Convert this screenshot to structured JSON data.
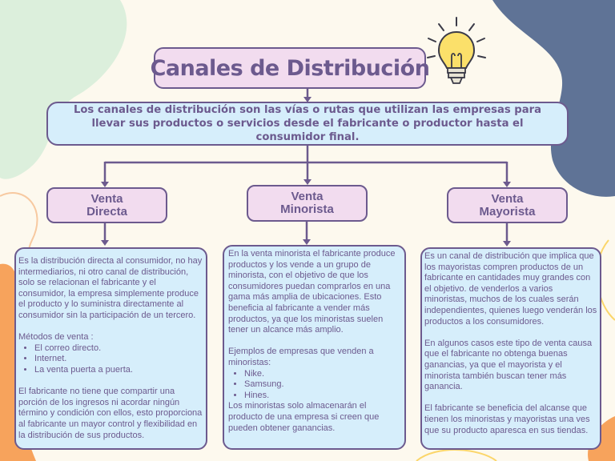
{
  "title": "Canales de Distribución",
  "definition": "Los canales de distribución son las vías o rutas que utilizan las empresas para llevar sus productos o servicios desde el fabricante o productor hasta el consumidor final.",
  "colors": {
    "accent": "#6c5a8e",
    "node_fill": "#f2dcef",
    "card_fill": "#d6eefb",
    "bulb": "#fbe06a",
    "background": "#fdf9ee",
    "blob_green": "#dcefdc",
    "blob_slate": "#5f7396",
    "blob_orange": "#f7a35c"
  },
  "icons": {
    "decoration": "lightbulb-icon"
  },
  "branches": [
    {
      "label_line1": "Venta",
      "label_line2": "Directa",
      "intro": "Es la distribución directa al consumidor, no hay intermediarios, ni otro canal de distribución, solo se relacionan el fabricante y el consumidor, la empresa simplemente produce el producto y lo suministra directamente al consumidor sin la participación de un tercero.",
      "list_heading": "Métodos de venta :",
      "list_items": [
        "El correo directo.",
        "Internet.",
        "La venta puerta a puerta."
      ],
      "closing": "El fabricante no tiene que compartir una porción de los ingresos ni acordar ningún término y condición con ellos, esto proporciona al fabricante un mayor control y flexibilidad en la distribución de sus productos."
    },
    {
      "label_line1": "Venta",
      "label_line2": "Minorista",
      "intro": "En la venta minorista el fabricante produce productos y los vende a un grupo de minorista, con el objetivo de que los consumidores puedan comprarlos en una gama más amplia de ubicaciones. Esto beneficia al fabricante a vender más productos, ya que los minoristas suelen tener un alcance más amplio.",
      "list_heading": "Ejemplos de empresas que venden a minoristas:",
      "list_items": [
        "Nike.",
        "Samsung.",
        "Hines."
      ],
      "closing": "Los minoristas solo almacenarán el producto de una empresa si creen que pueden obtener ganancias."
    },
    {
      "label_line1": "Venta",
      "label_line2": "Mayorista",
      "intro": "Es un canal de distribución que implica que los mayoristas compren productos de un fabricante en cantidades muy grandes con el objetivo. de venderlos a varios minoristas, muchos de los cuales serán independientes, quienes luego venderán los productos a los consumidores.",
      "paragraph2": "En algunos casos este tipo de venta causa que el fabricante no obtenga buenas ganancias, ya que el mayorista y el minorista también buscan tener más ganancia.",
      "closing": "El fabricante se beneficia del alcanse que tienen los minoristas y mayoristas una ves que su producto aparesca en sus tiendas."
    }
  ]
}
